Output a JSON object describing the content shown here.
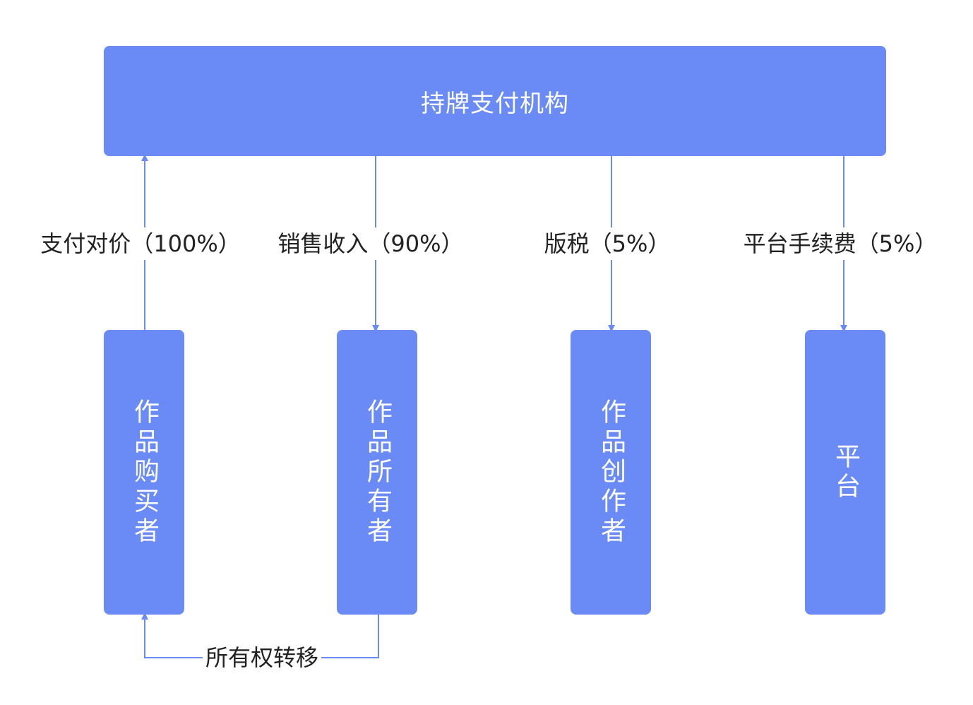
{
  "colors": {
    "box_fill": "#6a8af5",
    "box_text": "#ffffff",
    "connector": "#6a8af5",
    "label_text": "#222222"
  },
  "top": {
    "label": "持牌支付机构"
  },
  "parties": [
    {
      "label": "作品购买者"
    },
    {
      "label": "作品所有者"
    },
    {
      "label": "作品创作者"
    },
    {
      "label": "平台"
    }
  ],
  "flows": [
    {
      "label": "支付对价（100%）",
      "direction": "up"
    },
    {
      "label": "销售收入（90%）",
      "direction": "down"
    },
    {
      "label": "版税（5%）",
      "direction": "down"
    },
    {
      "label": "平台手续费（5%）",
      "direction": "down"
    }
  ],
  "transfer": {
    "label": "所有权转移"
  }
}
